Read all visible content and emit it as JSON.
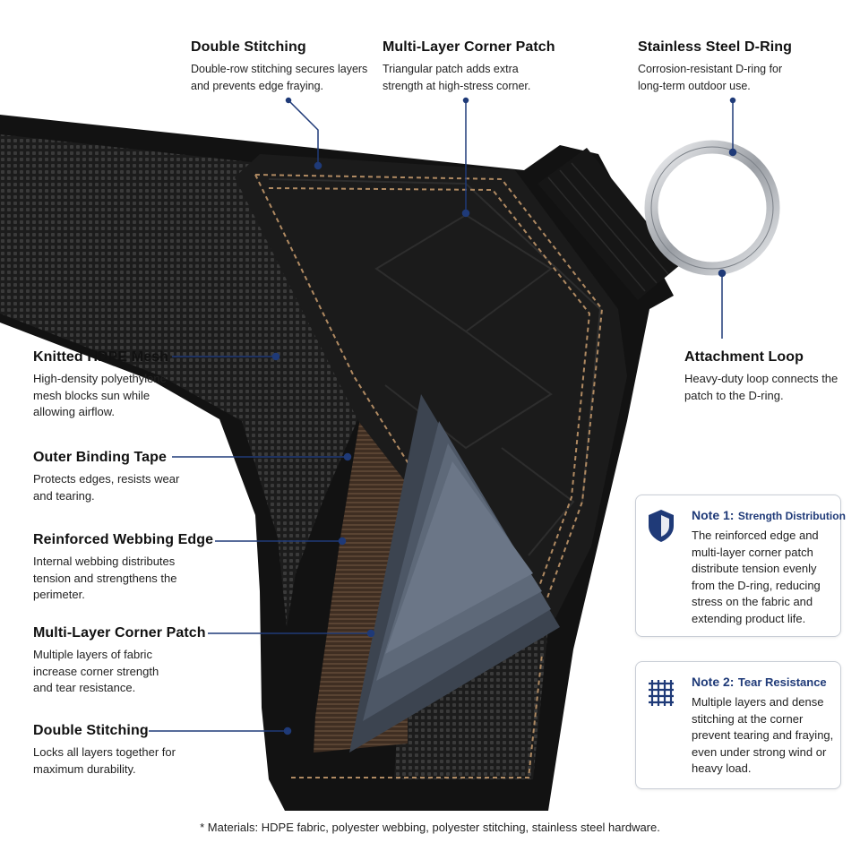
{
  "callouts": {
    "double_stitching_top": {
      "title": "Double Stitching",
      "text": "Double-row stitching secures layers and prevents edge fraying."
    },
    "corner_patch_top": {
      "title": "Multi-Layer Corner Patch",
      "text": "Triangular patch adds extra strength at high-stress corner."
    },
    "d_ring": {
      "title": "Stainless Steel D-Ring",
      "text": "Corrosion-resistant D-ring for long-term outdoor use."
    },
    "mesh": {
      "title": "Knitted HDPE Mesh",
      "text": "High-density polyethylene mesh blocks sun while allowing airflow."
    },
    "attachment_loop": {
      "title": "Attachment Loop",
      "text": "Heavy-duty loop connects the patch to the D-ring."
    },
    "binding_tape": {
      "title": "Outer Binding Tape",
      "text": "Protects edges, resists wear and tearing."
    },
    "webbing_edge": {
      "title": "Reinforced Webbing Edge",
      "text": "Internal webbing distributes tension and strengthens the perimeter."
    },
    "corner_patch_bottom": {
      "title": "Multi-Layer Corner Patch",
      "text": "Multiple layers of fabric increase corner strength and tear resistance."
    },
    "double_stitching_bottom": {
      "title": "Double Stitching",
      "text": "Locks all layers together for maximum durability."
    }
  },
  "notes": [
    {
      "label": "Note 1:",
      "subtitle": "Strength Distribution",
      "icon": "shield-icon",
      "text": "The reinforced edge and multi-layer corner patch distribute tension evenly from the D-ring, reducing stress on the fabric and extending product life."
    },
    {
      "label": "Note 2:",
      "subtitle": "Tear Resistance",
      "icon": "grid-mesh-icon",
      "text": "Multiple layers and dense stitching at the corner prevent tearing and fraying, even under strong wind or heavy load."
    }
  ],
  "footnote": "* Materials: HDPE fabric, polyester webbing, polyester stitching, stainless steel hardware.",
  "colors": {
    "leader": "#1f3a78",
    "fabric": "#111111",
    "stitch": "#b08a62",
    "webbing": "#4a3526",
    "ring": "#c5c8cc",
    "note_accent": "#1f3a78"
  }
}
